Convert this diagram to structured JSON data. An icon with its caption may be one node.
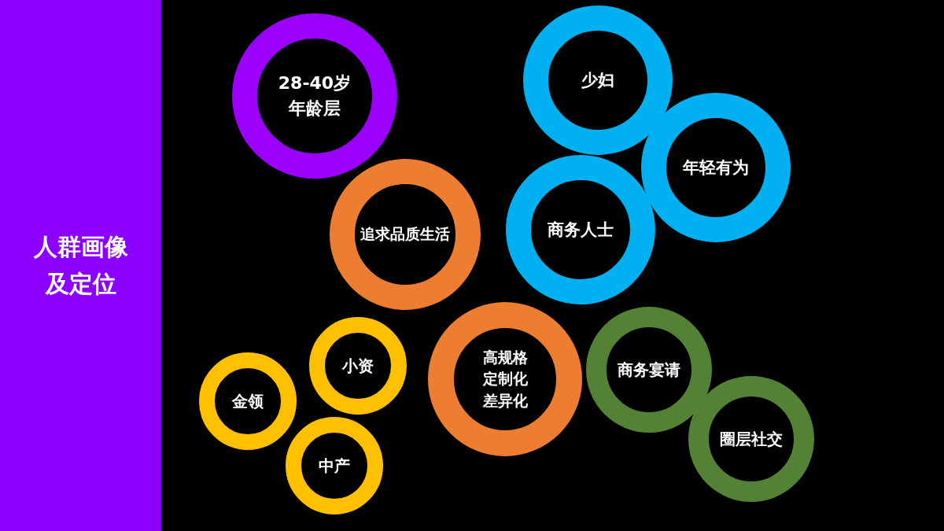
{
  "diagram": {
    "nodes": [
      {
        "text": [
          "人群画像及定位"
        ]
      },
      {
        "text": [
          "28-40岁",
          "年龄层"
        ]
      },
      {
        "text": [
          "少妇"
        ]
      },
      {
        "text": [
          "年轻有为"
        ]
      },
      {
        "text": [
          "商务人士"
        ]
      },
      {
        "text": [
          "追求品质生活"
        ]
      },
      {
        "text": [
          "高规格",
          "定制化",
          "差异化"
        ]
      },
      {
        "text": [
          "小资"
        ]
      },
      {
        "text": [
          "商务宴请"
        ]
      },
      {
        "text": [
          "金领"
        ]
      },
      {
        "text": [
          "圈层社交"
        ]
      },
      {
        "text": [
          "中产"
        ]
      }
    ]
  }
}
